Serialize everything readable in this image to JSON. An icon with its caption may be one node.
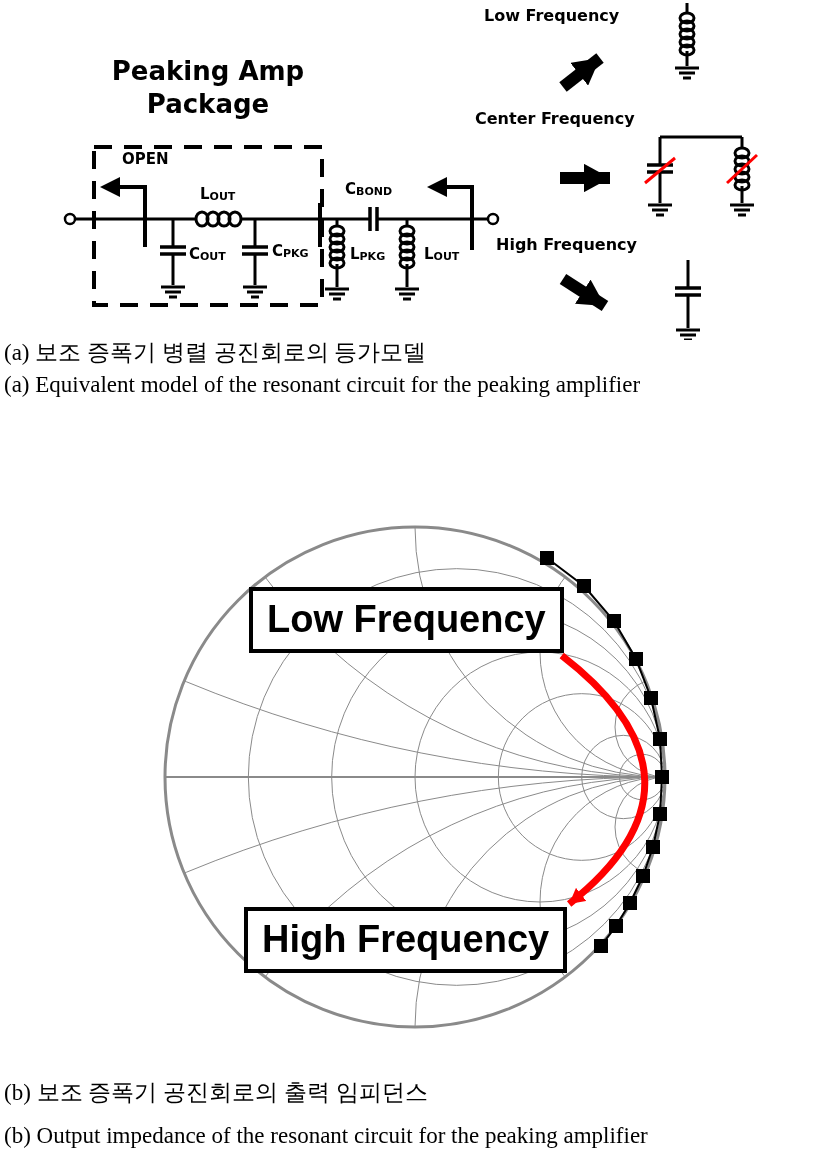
{
  "diagram": {
    "nodes": [
      {
        "text": [
          "Peaking Amp Package"
        ]
      },
      {
        "text": [],
        "shape": "picture",
        "beside": [
          "Low Frequency"
        ]
      },
      {
        "text": [],
        "shape": "picture",
        "beside": [
          "Center Frequency"
        ]
      },
      {
        "text": [],
        "shape": "picture",
        "beside": [
          "High Frequency"
        ]
      },
      {
        "text": [
          "Low Frequency"
        ]
      },
      {
        "text": [
          "High Frequency"
        ]
      }
    ],
    "edges": [
      {
        "from": null,
        "to": 1,
        "arrow": "to"
      },
      {
        "from": null,
        "to": 2,
        "arrow": "to"
      },
      {
        "from": null,
        "to": 3,
        "arrow": "to"
      },
      {
        "from": 4,
        "to": 5,
        "arrow": "to",
        "color": "#ff0000"
      }
    ],
    "labels": [
      "OPEN",
      "L$_{OUT}$",
      "C$_{OUT}$",
      "C$_{PKG}$",
      "L$_{PKG}$",
      "C$_{BOND}$",
      "L$_{OUT}$",
      "(a) 보조 증폭기 병렬 공진회로의 등가모델",
      "(a) Equivalent model of the resonant circuit for the peaking amplifier",
      "(b) 보조 증폭기 공진회로의 출력 임피던스",
      "(b) Output impedance of the resonant circuit for the peaking amplifier"
    ]
  }
}
